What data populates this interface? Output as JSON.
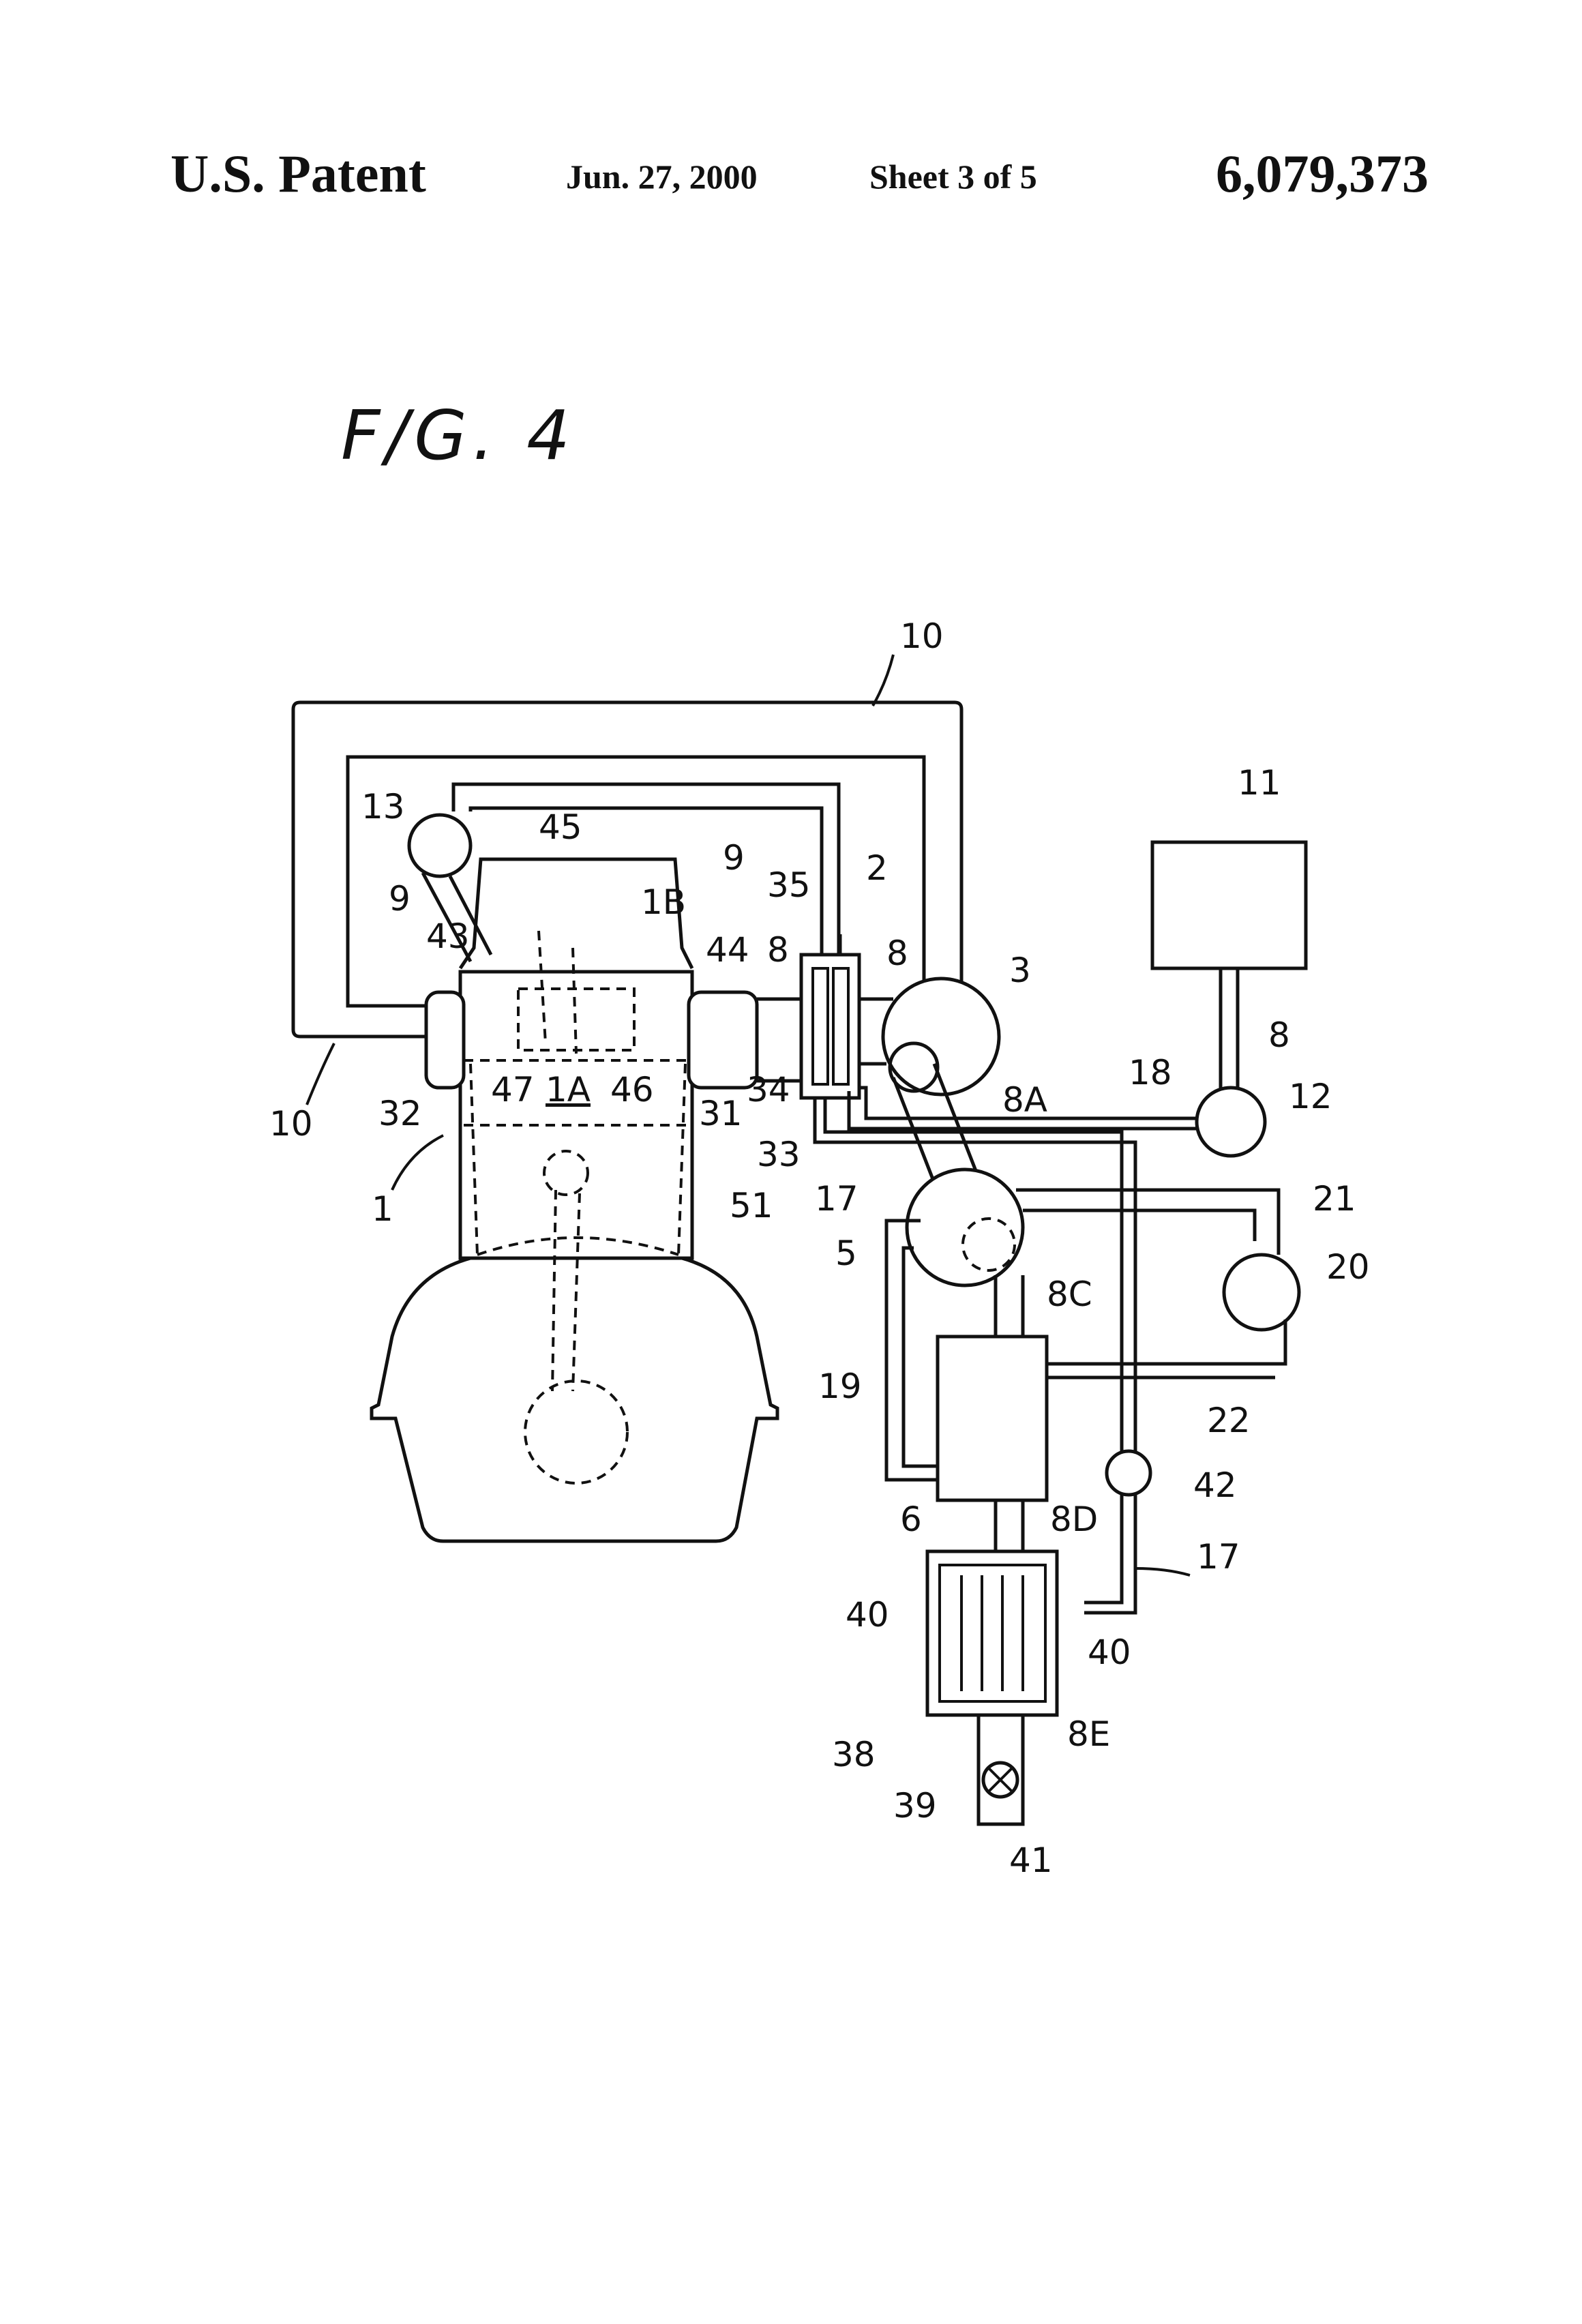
{
  "header": {
    "left": "U.S. Patent",
    "date": "Jun. 27, 2000",
    "sheet": "Sheet 3 of 5",
    "patent_number": "6,079,373"
  },
  "figure": {
    "title": "F/G. 4",
    "labels": {
      "l10_top": "10",
      "l10_left": "10",
      "l13": "13",
      "l45": "45",
      "l9_top": "9",
      "l9_left": "9",
      "l43": "43",
      "l1B": "1B",
      "l44": "44",
      "l35": "35",
      "l2": "2",
      "l8_a": "8",
      "l8_b": "8",
      "l8_c": "8",
      "l3": "3",
      "l11": "11",
      "l12": "12",
      "l18": "18",
      "l8A": "8A",
      "l32": "32",
      "l47": "47",
      "l1A": "1A",
      "l46": "46",
      "l31": "31",
      "l34": "34",
      "l33": "33",
      "l1": "1",
      "l51": "51",
      "l17_a": "17",
      "l17_b": "17",
      "l21": "21",
      "l20": "20",
      "l5": "5",
      "l8C": "8C",
      "l19": "19",
      "l22": "22",
      "l42": "42",
      "l6": "6",
      "l8D": "8D",
      "l40_a": "40",
      "l40_b": "40",
      "l38": "38",
      "l8E": "8E",
      "l39": "39",
      "l41": "41"
    }
  }
}
